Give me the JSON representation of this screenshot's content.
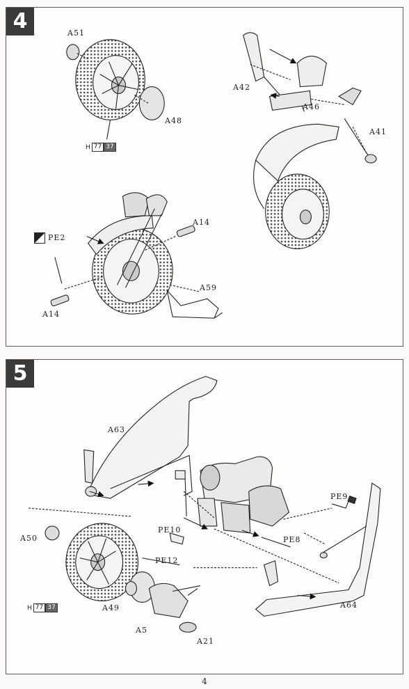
{
  "page_number": "4",
  "step4": {
    "number": "4",
    "labels": {
      "a51": "A51",
      "a48": "A48",
      "a42": "A42",
      "a46": "A46",
      "a41": "A41",
      "pe2": "PE2",
      "a14_top": "A14",
      "a14_bottom": "A14",
      "a59": "A59"
    },
    "h_code": {
      "prefix": "H",
      "first": "77",
      "second": "37"
    }
  },
  "step5": {
    "number": "5",
    "labels": {
      "a63": "A63",
      "pe9": "PE9",
      "pe10": "PE10",
      "a50": "A50",
      "pe8": "PE8",
      "pe12": "PE12",
      "a49": "A49",
      "a64": "A64",
      "a5": "A5",
      "a21": "A21"
    },
    "h_code": {
      "prefix": "H",
      "first": "77",
      "second": "37"
    }
  }
}
